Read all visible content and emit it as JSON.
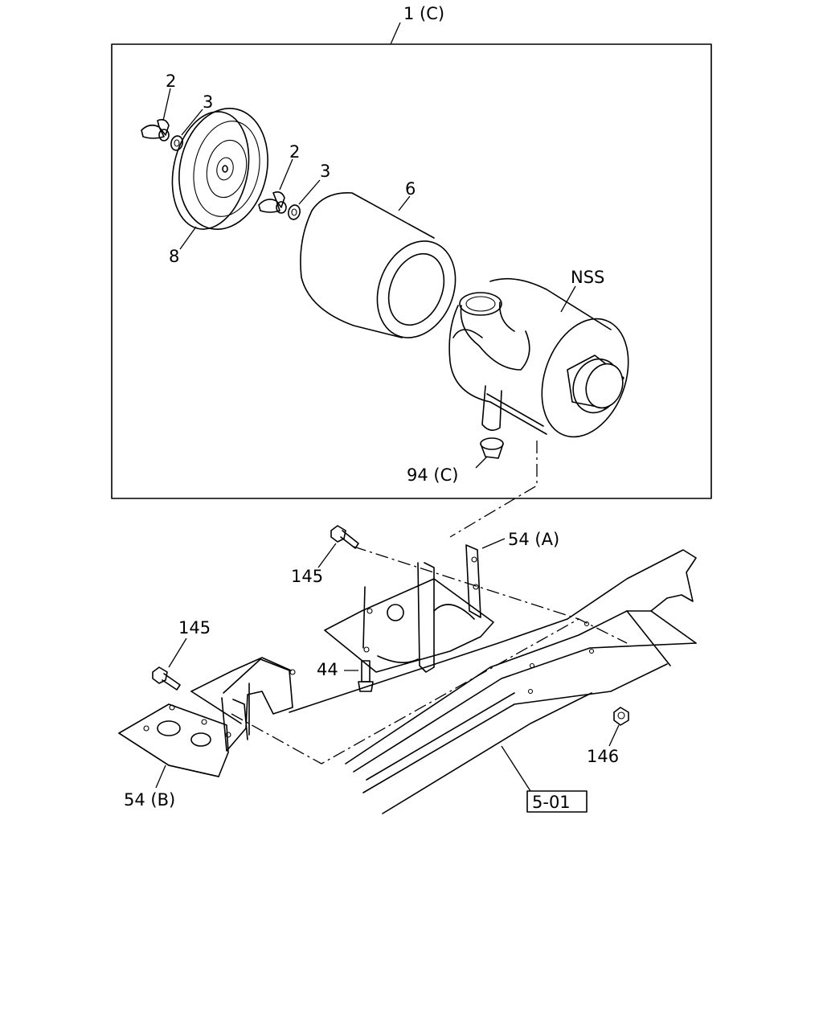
{
  "labels": {
    "assembly": "1 (C)",
    "wing_nut_a": "2",
    "washer_a": "3",
    "wing_nut_b": "2",
    "washer_b": "3",
    "element": "6",
    "cover": "8",
    "nss": "NSS",
    "valve": "94 (C)",
    "bracket_a": "54 (A)",
    "bolt_a": "145",
    "bolt_b": "145",
    "bolt_c": "44",
    "bracket_b": "54 (B)",
    "nut": "146",
    "ref": "5-01"
  }
}
